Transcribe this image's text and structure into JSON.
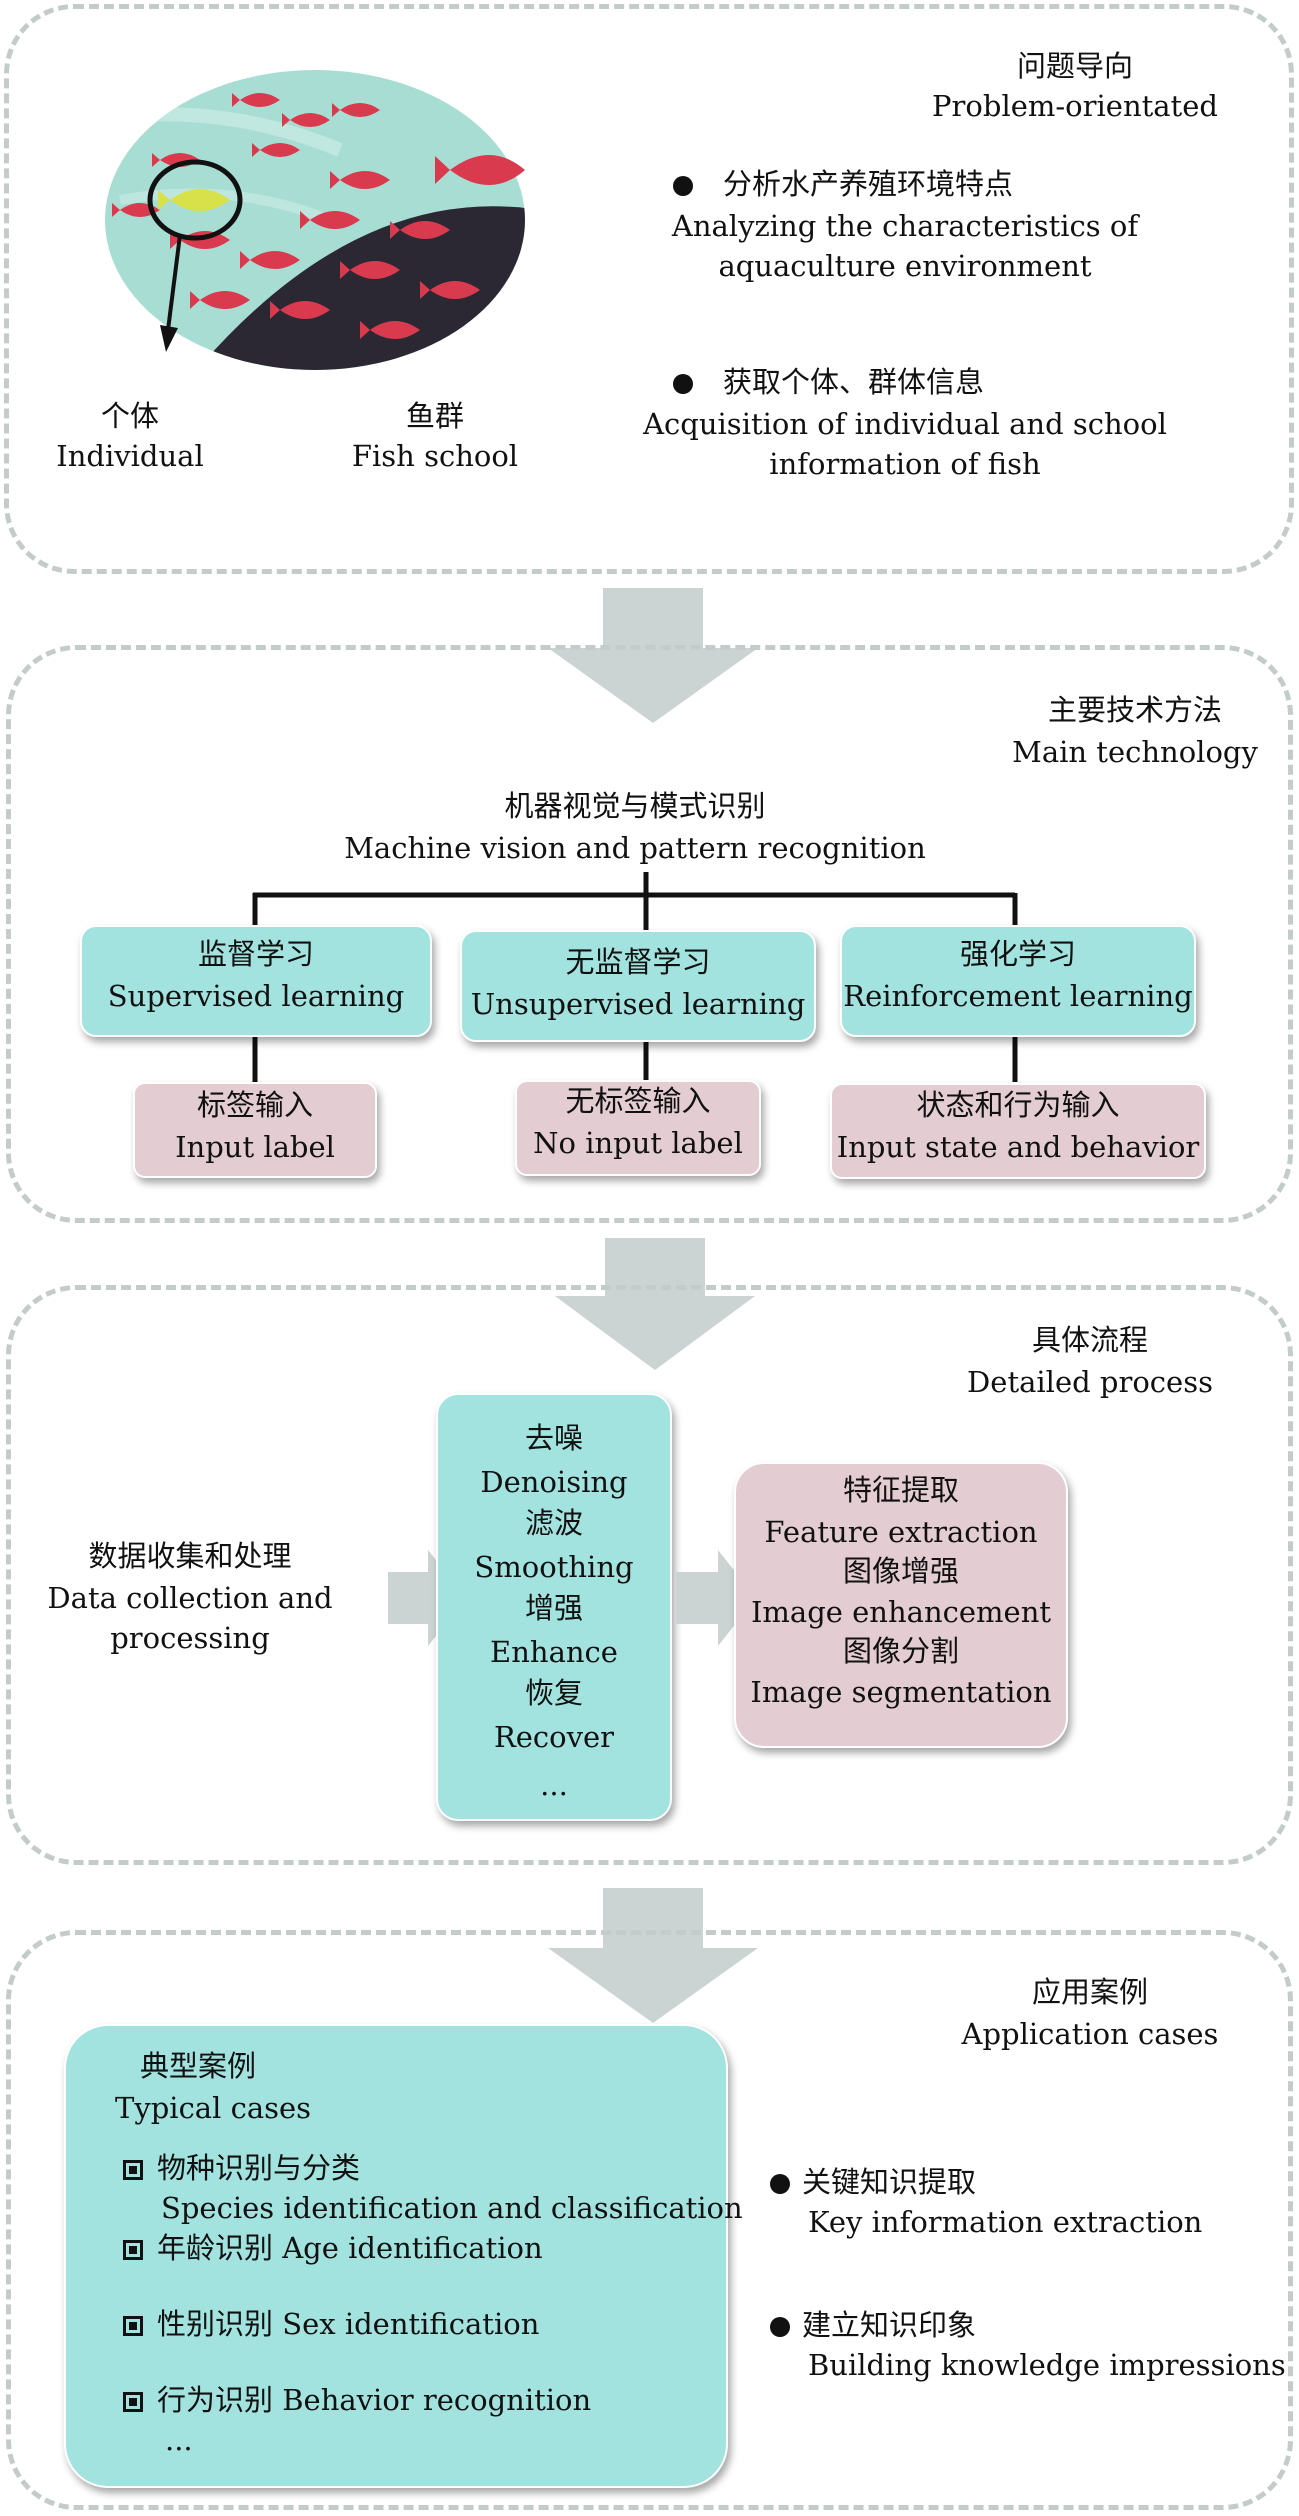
{
  "section1": {
    "title_cn": "问题导向",
    "title_en": "Problem-orientated",
    "individual_cn": "个体",
    "individual_en": "Individual",
    "school_cn": "鱼群",
    "school_en": "Fish school",
    "bullets": [
      {
        "cn": "分析水产养殖环境特点",
        "en1": "Analyzing the characteristics of",
        "en2": "aquaculture environment"
      },
      {
        "cn": "获取个体、群体信息",
        "en1": "Acquisition of individual and school",
        "en2": "information of fish"
      }
    ]
  },
  "section2": {
    "title_cn": "主要技术方法",
    "title_en": "Main technology",
    "root_cn": "机器视觉与模式识别",
    "root_en": "Machine vision and pattern recognition",
    "branches": [
      {
        "cn": "监督学习",
        "en": "Supervised learning",
        "input_cn": "标签输入",
        "input_en": "Input label"
      },
      {
        "cn": "无监督学习",
        "en": "Unsupervised learning",
        "input_cn": "无标签输入",
        "input_en": "No input label"
      },
      {
        "cn": "强化学习",
        "en": "Reinforcement learning",
        "input_cn": "状态和行为输入",
        "input_en": "Input state and behavior"
      }
    ]
  },
  "section3": {
    "title_cn": "具体流程",
    "title_en": "Detailed process",
    "data_cn": "数据收集和处理",
    "data_en1": "Data collection and",
    "data_en2": "processing",
    "steps": [
      "去噪",
      "Denoising",
      "滤波",
      "Smoothing",
      "增强",
      "Enhance",
      "恢复",
      "Recover",
      "..."
    ],
    "features": [
      "特征提取",
      "Feature extraction",
      "图像增强",
      "Image enhancement",
      "图像分割",
      "Image segmentation"
    ]
  },
  "section4": {
    "title_cn": "应用案例",
    "title_en": "Application cases",
    "typical_cn": "典型案例",
    "typical_en": "Typical cases",
    "cases": [
      {
        "line1": "物种识别与分类",
        "line2": "Species identification and classification"
      },
      {
        "line1": "年龄识别 Age identification"
      },
      {
        "line1": "性别识别 Sex identification"
      },
      {
        "line1": "行为识别 Behavior recognition"
      }
    ],
    "cases_more": "...",
    "bullets": [
      {
        "cn": "关键知识提取",
        "en": "Key information extraction"
      },
      {
        "cn": "建立知识印象",
        "en": "Building knowledge impressions"
      }
    ]
  },
  "colors": {
    "cyan": "#a3e3df",
    "pink": "#e3cdd3",
    "dashed_border": "#c3cbcb",
    "arrow": "#cbd3d3",
    "fish_red": "#d93a4e",
    "water": "#a8ddd3"
  }
}
